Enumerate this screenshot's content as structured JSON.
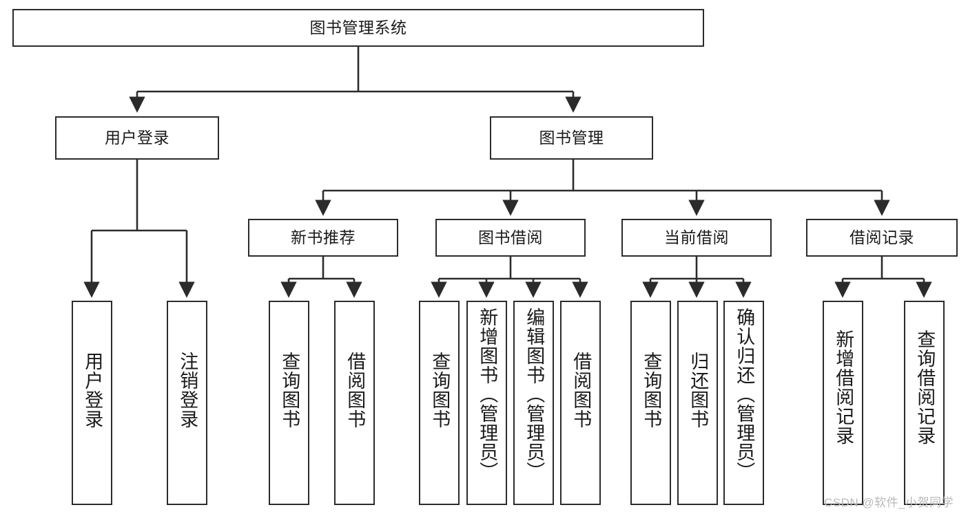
{
  "diagram": {
    "title": "图书管理系统",
    "type": "tree-hierarchy-diagram",
    "colors": {
      "box_border": "#2b2b2b",
      "box_fill": "#ffffff",
      "line": "#2b2b2b",
      "text": "#1a1a1a",
      "watermark": "#b9b9b9"
    },
    "nodes": {
      "root": {
        "label": "图书管理系统"
      },
      "level2": [
        {
          "id": "user-login",
          "label": "用户登录"
        },
        {
          "id": "book-manage",
          "label": "图书管理"
        }
      ],
      "level3": [
        {
          "id": "new-book-recommend",
          "label": "新书推荐"
        },
        {
          "id": "book-borrow",
          "label": "图书借阅"
        },
        {
          "id": "current-borrow",
          "label": "当前借阅"
        },
        {
          "id": "borrow-record",
          "label": "借阅记录"
        }
      ],
      "leaves": {
        "user-login": [
          {
            "id": "leaf-user-login",
            "label": "用户登录"
          },
          {
            "id": "leaf-user-logout",
            "label": "注销登录"
          }
        ],
        "new-book-recommend": [
          {
            "id": "leaf-query-book-1",
            "label": "查询图书"
          },
          {
            "id": "leaf-borrow-book-1",
            "label": "借阅图书"
          }
        ],
        "book-borrow": [
          {
            "id": "leaf-query-book-2",
            "label": "查询图书"
          },
          {
            "id": "leaf-add-book",
            "label": "新增图书（管理员）"
          },
          {
            "id": "leaf-edit-book",
            "label": "编辑图书（管理员）"
          },
          {
            "id": "leaf-borrow-book-2",
            "label": "借阅图书"
          }
        ],
        "current-borrow": [
          {
            "id": "leaf-query-book-3",
            "label": "查询图书"
          },
          {
            "id": "leaf-return-book",
            "label": "归还图书"
          },
          {
            "id": "leaf-confirm-return",
            "label": "确认归还（管理员）"
          }
        ],
        "borrow-record": [
          {
            "id": "leaf-add-record",
            "label": "新增借阅记录"
          },
          {
            "id": "leaf-query-record",
            "label": "查询借阅记录"
          }
        ]
      }
    },
    "watermark": "CSDN @软件_小贺同学"
  }
}
